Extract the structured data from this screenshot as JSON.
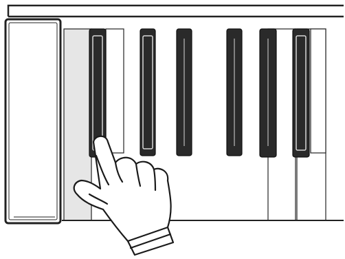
{
  "illustration": {
    "subject": "hand-pressing-piano-key",
    "colors": {
      "background": "#ffffff",
      "outline": "#222222",
      "black_key": "#2a2a2a",
      "black_key_highlight": "#d8d8d8",
      "white_key": "#ffffff",
      "highlighted_white_key": "#e6e6e6",
      "hand_fill": "#ffffff"
    },
    "keyboard": {
      "white_keys": [
        {
          "id": "w1",
          "highlighted": true
        },
        {
          "id": "w2",
          "highlighted": false
        },
        {
          "id": "w3",
          "highlighted": false
        },
        {
          "id": "w4",
          "highlighted": false
        }
      ],
      "black_keys": [
        {
          "id": "b1",
          "pressed": true
        },
        {
          "id": "b2",
          "pressed": false
        },
        {
          "id": "b3",
          "pressed": false
        },
        {
          "id": "b4",
          "pressed": false
        },
        {
          "id": "b5",
          "pressed": false
        },
        {
          "id": "b6",
          "pressed": false
        }
      ]
    },
    "icons": [
      "piano-keyboard-icon",
      "pointing-hand-icon"
    ]
  }
}
